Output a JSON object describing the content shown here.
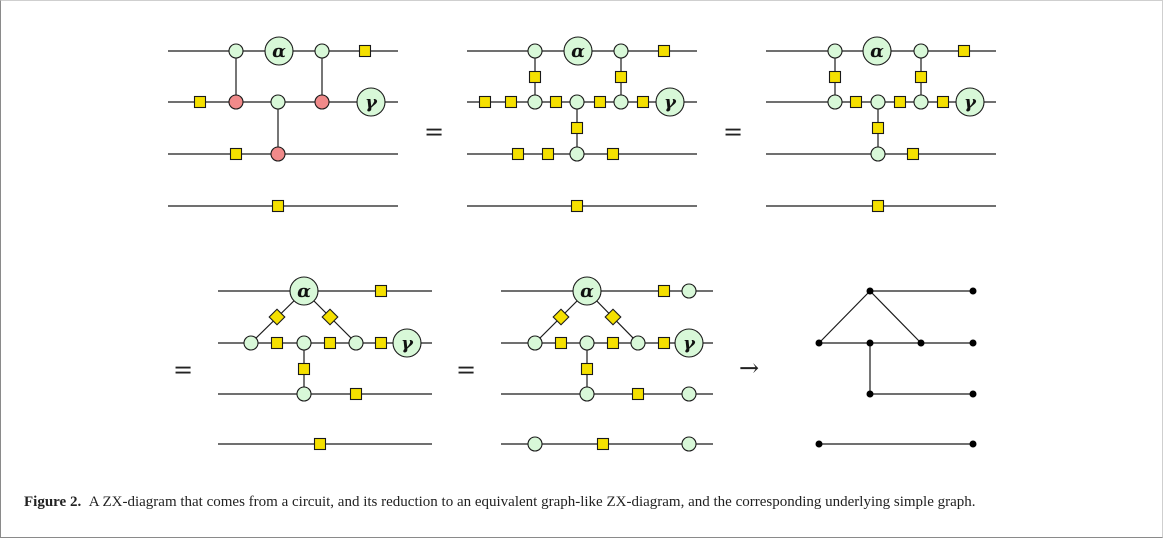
{
  "symbols": {
    "equals": "=",
    "arrow": "→",
    "phase_alpha": "α",
    "phase_gamma": "γ"
  },
  "caption": {
    "label": "Figure 2.",
    "text": "A ZX-diagram that comes from a circuit, and its reduction to an equivalent graph-like ZX-diagram, and the corresponding underlying simple graph."
  },
  "colors": {
    "z_spider": "#d8f8d8",
    "x_spider": "#f08a8a",
    "hadamard": "#f5e000"
  }
}
